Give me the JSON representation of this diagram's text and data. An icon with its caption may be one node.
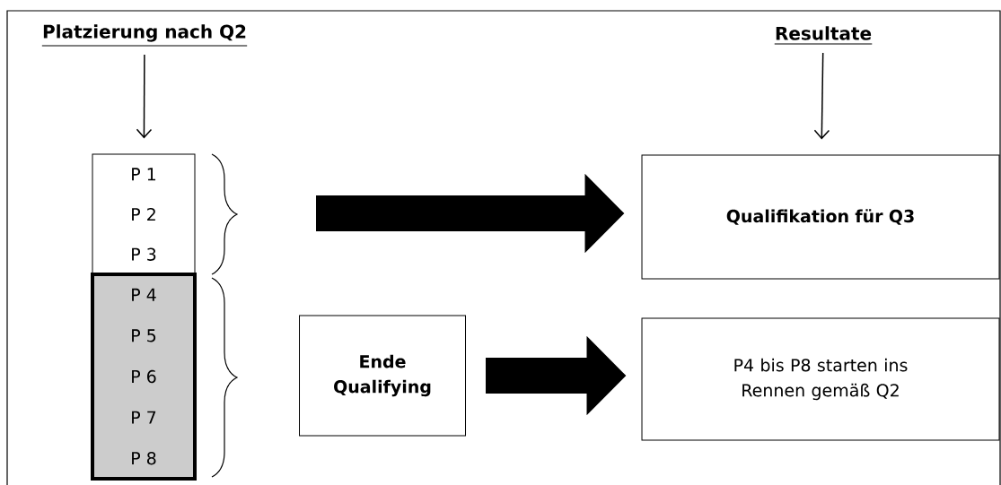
{
  "diagram": {
    "nodes": [
      {
        "text": [
          "Platzierung nach Q2"
        ]
      },
      {
        "text": [
          "Resultate"
        ]
      },
      {
        "text": [
          "P 1",
          "P 2",
          "P 3"
        ]
      },
      {
        "text": [
          "P 4",
          "P 5",
          "P 6",
          "P 7",
          "P 8"
        ]
      },
      {
        "text": [
          "Qualifikation für Q3"
        ]
      },
      {
        "text": [
          "Ende Qualifying"
        ]
      },
      {
        "text": [
          "P4 bis P8 starten ins Rennen gemäß Q2"
        ]
      }
    ],
    "edges": [
      {
        "from": 0,
        "to": 2,
        "arrow": "to"
      },
      {
        "from": 1,
        "to": 4,
        "arrow": "to"
      },
      {
        "from": null,
        "to": 4,
        "arrow": "to",
        "style": "thick"
      },
      {
        "from": 5,
        "to": 6,
        "arrow": "to",
        "style": "thick"
      }
    ]
  }
}
